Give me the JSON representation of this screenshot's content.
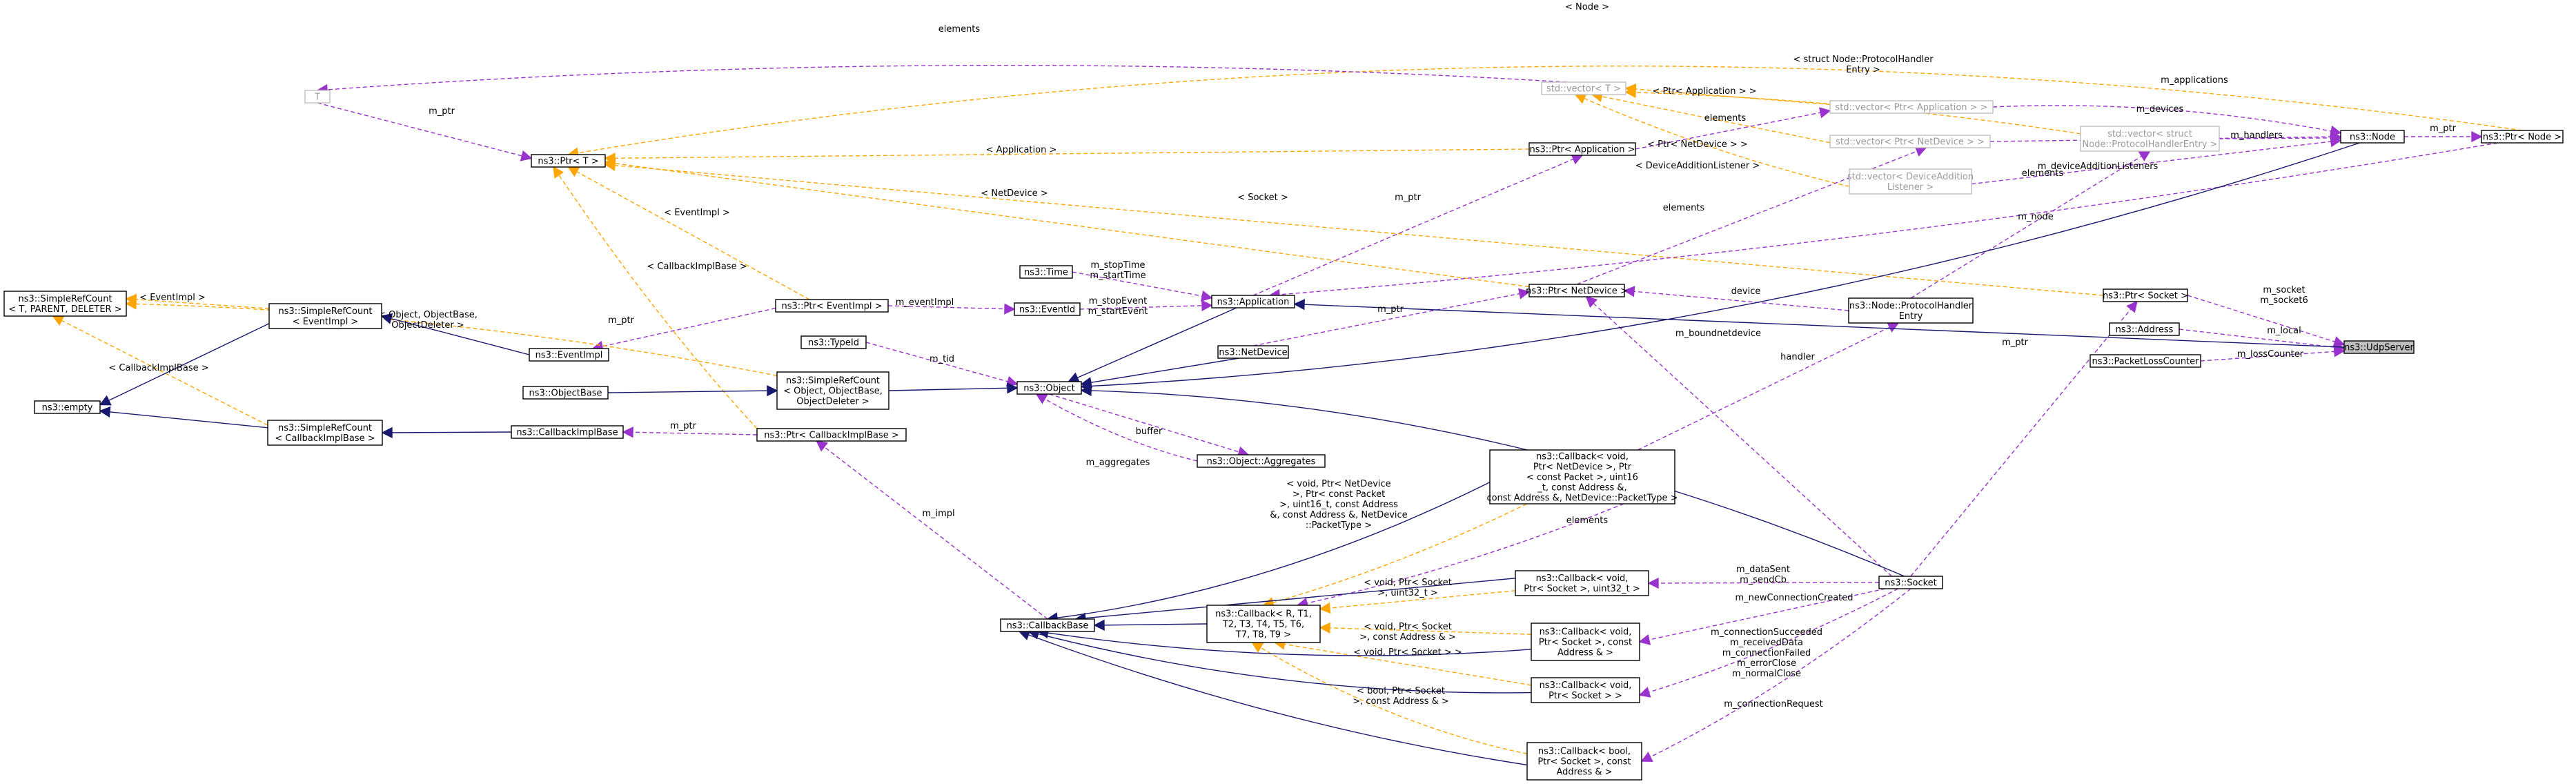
{
  "colors": {
    "inheritance": "#191970",
    "usage": "#9a32cd",
    "template": "#ffa500",
    "highlight_fill": "#bfbfbf"
  },
  "nodes": {
    "udpserver": [
      "ns3::UdpServer"
    ],
    "node": [
      "ns3::Node"
    ],
    "ptr_node": [
      "ns3::Ptr< Node >"
    ],
    "ptr_socket": [
      "ns3::Ptr< Socket >"
    ],
    "address": [
      "ns3::Address"
    ],
    "packetlosscounter": [
      "ns3::PacketLossCounter"
    ],
    "socket": [
      "ns3::Socket"
    ],
    "object": [
      "ns3::Object"
    ],
    "application": [
      "ns3::Application"
    ],
    "netdevice": [
      "ns3::NetDevice"
    ],
    "ptr_netdevice": [
      "ns3::Ptr< NetDevice >"
    ],
    "ptr_application": [
      "ns3::Ptr< Application >"
    ],
    "ptr_t": [
      "ns3::Ptr< T >"
    ],
    "t": [
      "T"
    ],
    "vector_t": [
      "std::vector< T >"
    ],
    "vector_ptr_application": [
      "std::vector< Ptr< Application > >"
    ],
    "vector_ptr_netdevice": [
      "std::vector< Ptr< NetDevice > >"
    ],
    "vector_deviceaddition": [
      "std::vector< DeviceAddition",
      "Listener >"
    ],
    "vector_protocolhandler": [
      "std::vector< struct",
      "Node::ProtocolHandlerEntry >"
    ],
    "protocolhandlerentry": [
      "ns3::Node::ProtocolHandler",
      "Entry"
    ],
    "time": [
      "ns3::Time"
    ],
    "eventid": [
      "ns3::EventId"
    ],
    "ptr_eventimpl": [
      "ns3::Ptr< EventImpl >"
    ],
    "eventimpl": [
      "ns3::EventImpl"
    ],
    "simplerefcount_eventimpl": [
      "ns3::SimpleRefCount",
      "< EventImpl >"
    ],
    "simplerefcount_generic": [
      "ns3::SimpleRefCount",
      "< T, PARENT, DELETER >"
    ],
    "empty": [
      "ns3::empty"
    ],
    "simplerefcount_callbackimplbase": [
      "ns3::SimpleRefCount",
      "< CallbackImplBase >"
    ],
    "callbackimplbase": [
      "ns3::CallbackImplBase"
    ],
    "ptr_callbackimplbase": [
      "ns3::Ptr< CallbackImplBase >"
    ],
    "objectbase": [
      "ns3::ObjectBase"
    ],
    "simplerefcount_object": [
      "ns3::SimpleRefCount",
      "< Object, ObjectBase,",
      "ObjectDeleter >"
    ],
    "typeid": [
      "ns3::TypeId"
    ],
    "object_aggregates": [
      "ns3::Object::Aggregates"
    ],
    "callbackbase": [
      "ns3::CallbackBase"
    ],
    "callback_generic": [
      "ns3::Callback< R, T1,",
      "T2, T3, T4, T5, T6,",
      "T7, T8, T9 >"
    ],
    "callback_netdevice": [
      "ns3::Callback< void,",
      "Ptr< NetDevice >, Ptr",
      "< const Packet >, uint16",
      "_t, const Address &,",
      "const Address &, NetDevice::PacketType >"
    ],
    "callback_socket_uint32": [
      "ns3::Callback< void,",
      "Ptr< Socket >, uint32_t >"
    ],
    "callback_socket_address": [
      "ns3::Callback< void,",
      "Ptr< Socket >, const",
      "Address & >"
    ],
    "callback_socket": [
      "ns3::Callback< void,",
      "Ptr< Socket > >"
    ],
    "callback_bool": [
      "ns3::Callback< bool,",
      "Ptr< Socket >, const",
      "Address & >"
    ]
  },
  "edge_labels": {
    "node_to_ptr_node": [
      "m_ptr"
    ],
    "ptr_node_to_ptr_t": [
      "< Node >"
    ],
    "ptr_socket_to_udp": [
      "m_socket",
      "m_socket6"
    ],
    "address_to_udp": [
      "m_local"
    ],
    "plc_to_udp": [
      "m_lossCounter"
    ],
    "socket_to_ptr_socket": [
      "m_ptr"
    ],
    "ptr_socket_to_ptr_t": [
      "< Socket >"
    ],
    "t_to_vector": [
      "elements"
    ],
    "t_to_ptr_t": [
      "m_ptr"
    ],
    "ptr_app_to_vector": [
      "< Ptr< Application > >"
    ],
    "ptr_app_elements": [
      "elements"
    ],
    "vector_app_to_node": [
      "m_applications"
    ],
    "vector_dev_to_node": [
      "m_devices"
    ],
    "ptr_nd_to_vector": [
      "< Ptr< NetDevice > >"
    ],
    "vector_dal_to_node": [
      "m_deviceAdditionListeners"
    ],
    "dal_to_vector": [
      "< DeviceAdditionListener >"
    ],
    "ph_to_node": [
      "m_handlers"
    ],
    "phe_to_vector": [
      "< struct Node::ProtocolHandler",
      "Entry >"
    ],
    "phe_elements": [
      "elements"
    ],
    "vector_to_ptr_t_node": [
      "< Node >"
    ],
    "ptr_t_application": [
      "< Application >"
    ],
    "ptr_t_netdevice": [
      "< NetDevice >"
    ],
    "ptr_t_eventimpl": [
      "< EventImpl >"
    ],
    "ptr_t_callbackimplbase": [
      "< CallbackImplBase >"
    ],
    "app_m_ptr": [
      "m_ptr"
    ],
    "node_m_node": [
      "m_node"
    ],
    "nd_elements": [
      "elements"
    ],
    "time_to_app": [
      "m_stopTime",
      "m_startTime"
    ],
    "eventid_to_app": [
      "m_stopEvent",
      "m_startEvent"
    ],
    "ptr_eventimpl_to_eventid": [
      "m_eventImpl"
    ],
    "eventimpl_m_ptr": [
      "m_ptr"
    ],
    "simplerefcount_eventimpl_tmpl": [
      "< EventImpl >"
    ],
    "simplerefcount_object_tmpl": [
      "< Object, ObjectBase,",
      "ObjectDeleter >"
    ],
    "simplerefcount_cb_tmpl": [
      "< CallbackImplBase >"
    ],
    "typeid_to_object": [
      "m_tid"
    ],
    "netdevice_m_ptr": [
      "m_ptr"
    ],
    "device": [
      "device"
    ],
    "handler": [
      "handler"
    ],
    "boundnetdevice": [
      "m_boundnetdevice"
    ],
    "buffer": [
      "buffer"
    ],
    "aggregates": [
      "m_aggregates"
    ],
    "cb_m_ptr": [
      "m_ptr"
    ],
    "m_impl": [
      "m_impl"
    ],
    "cb_netdevice_tmpl": [
      "< void, Ptr< NetDevice",
      ">, Ptr< const Packet",
      ">, uint16_t, const Address",
      "&, const Address &, NetDevice",
      "::PacketType >"
    ],
    "cb_elements": [
      "elements"
    ],
    "cb_uint32_tmpl": [
      "< void, Ptr< Socket",
      ">, uint32_t >"
    ],
    "cb_address_tmpl": [
      "< void, Ptr< Socket",
      ">, const Address & >"
    ],
    "cb_socket_tmpl": [
      "< void, Ptr< Socket > >"
    ],
    "cb_bool_tmpl": [
      "< bool, Ptr< Socket",
      ">, const Address & >"
    ],
    "datasent": [
      "m_dataSent",
      "m_sendCb"
    ],
    "newconnection": [
      "m_newConnectionCreated"
    ],
    "socket_callbacks": [
      "m_connectionSucceeded",
      "m_receivedData",
      "m_connectionFailed",
      "m_errorClose",
      "m_normalClose"
    ],
    "connection_request": [
      "m_connectionRequest"
    ]
  }
}
